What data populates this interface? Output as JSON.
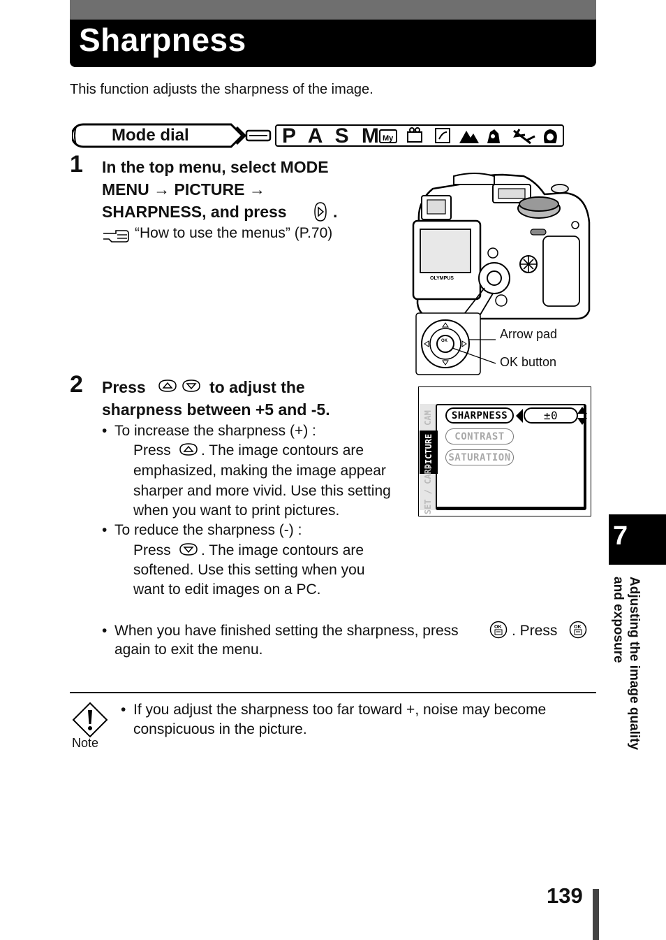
{
  "title": "Sharpness",
  "intro": "This function adjusts the sharpness of the image.",
  "mode_dial": {
    "label": "Mode dial",
    "modes": "P A S M"
  },
  "step1": {
    "number": "1",
    "line1": "In the top menu, select MODE",
    "line2": "MENU → PICTURE →",
    "line3": "SHARPNESS, and press",
    "line3_end": ".",
    "ref": "“How to use the menus” (P.70)"
  },
  "camera_callouts": {
    "arrow_pad": "Arrow pad",
    "ok_button": "OK button",
    "brand": "OLYMPUS"
  },
  "step2": {
    "number": "2",
    "press": "Press",
    "line1_end": "to adjust the",
    "line2": "sharpness between +5 and -5.",
    "bullet1_head": "To increase the sharpness (+) :",
    "bullet1_press": "Press",
    "bullet1_l1": ". The image contours are",
    "bullet1_l2": "emphasized, making the image appear",
    "bullet1_l3": "sharper and more vivid. Use this setting",
    "bullet1_l4": "when you want to print pictures.",
    "bullet2_head": "To reduce the sharpness (-) :",
    "bullet2_press": "Press",
    "bullet2_l1": ". The image contours are",
    "bullet2_l2": "softened. Use this setting when you",
    "bullet2_l3": "want to edit images on a PC.",
    "finish_l1a": "When you have finished setting the sharpness, press",
    "finish_l1b": ". Press",
    "finish_l2": "again to exit the menu."
  },
  "lcd_menu": {
    "tabs": [
      "CAM",
      "PICTURE",
      "SET / CARD"
    ],
    "items": [
      "SHARPNESS",
      "CONTRAST",
      "SATURATION"
    ],
    "value": "±0"
  },
  "note": {
    "label": "Note",
    "line1": "If you adjust the sharpness too far toward +, noise may become",
    "line2": "conspicuous in the picture."
  },
  "side_tab": {
    "chapter": "7",
    "line1": "Adjusting the image quality",
    "line2": "and exposure"
  },
  "page_number": "139"
}
